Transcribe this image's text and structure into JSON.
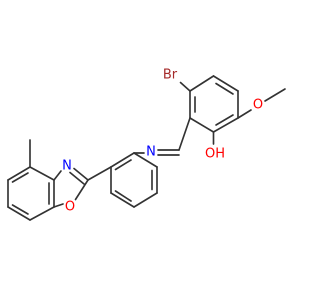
{
  "atoms": {
    "br": "Br",
    "o_methoxy": "O",
    "oh": "OH",
    "n_imine": "N",
    "n_oxazole": "N",
    "o_oxazole": "O"
  },
  "colors": {
    "bond": "#333333",
    "br": "#a52a2a",
    "oxygen": "#ff0000",
    "nitrogen": "#0000ff",
    "background": "#ffffff"
  }
}
